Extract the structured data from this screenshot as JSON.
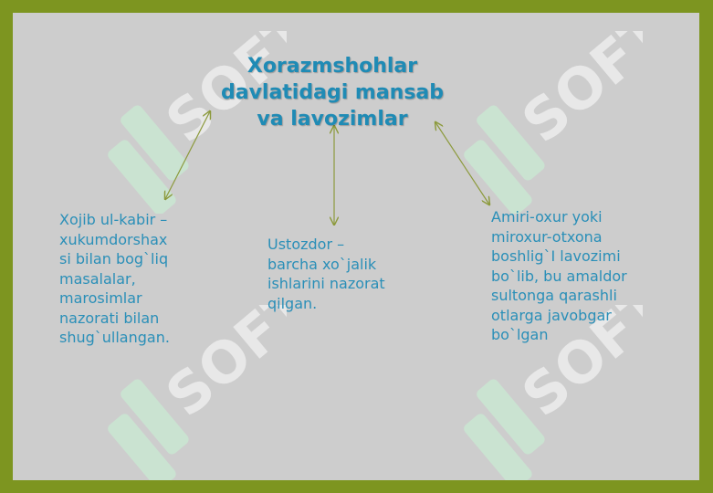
{
  "title": "Xorazmshohlar\ndavlatidagi mansab\nva lavozimlar",
  "boxes": {
    "left": "Xojib ul-kabir –\nxukumdorshax\nsi bilan bog`liq\nmasalalar,\nmarosimlar\nnazorati bilan\nshug`ullangan.",
    "middle": "Ustozdor –\nbarcha xo`jalik\nishlarini nazorat\nqilgan.",
    "right": "Amiri-oxur yoki\nmiroxur-otxona\nboshlig`I lavozimi\nbo`lib, bu amaldor\nsultonga qarashli\notlarga javobgar\nbo`lgan"
  },
  "watermark": {
    "text": "SOFT",
    "icon": "soft-logo-icon"
  },
  "colors": {
    "frame": "#7d9520",
    "slide": "#cdcdcd",
    "title": "#1f8bb5",
    "body_text": "#2a8fb8",
    "arrow": "#8c9a3c",
    "watermark": "#ffffff",
    "watermark_logo": "#c8f5d6"
  }
}
